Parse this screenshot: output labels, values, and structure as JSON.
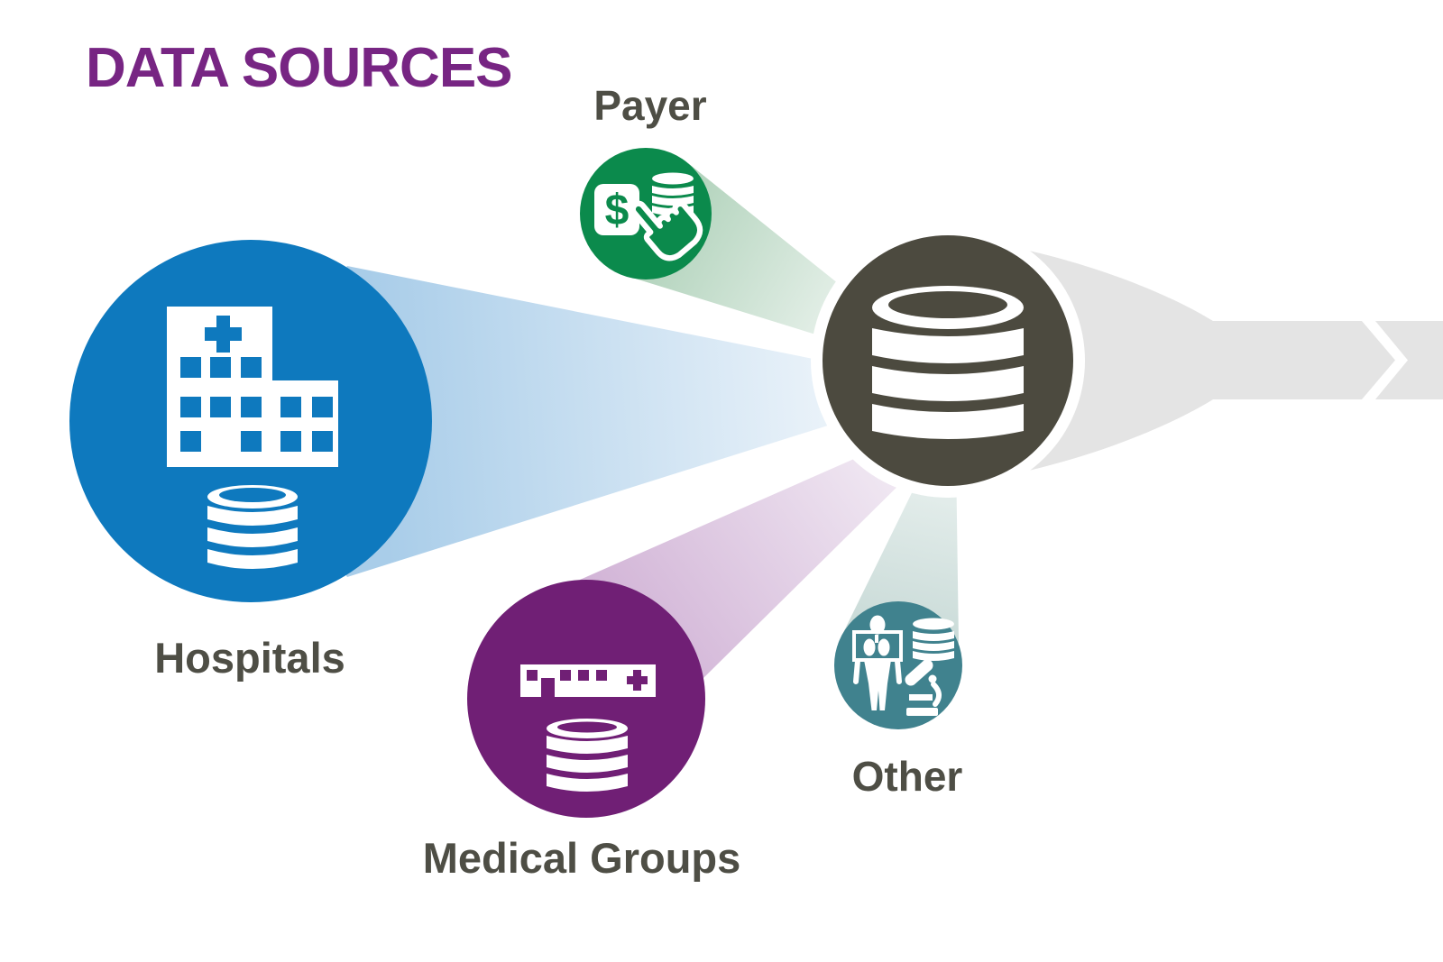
{
  "title": {
    "text": "DATA SOURCES",
    "color": "#772583"
  },
  "labels_color": "#4E4E45",
  "sources": {
    "payer": {
      "label": "Payer",
      "color": "#0B8A4C",
      "icon": "payment-card-coin-stack-click-hand-icon",
      "dollar_glyph": "$",
      "beam": {
        "from": "#B2D3BC",
        "to": "#E9F2EC"
      }
    },
    "hospitals": {
      "label": "Hospitals",
      "color": "#0E79BE",
      "icon": "hospital-building-database-icon",
      "beam": {
        "from": "#A9CDE9",
        "to": "#EDF4FA"
      }
    },
    "medical_groups": {
      "label": "Medical Groups",
      "color": "#701F75",
      "icon": "clinic-building-database-icon",
      "beam": {
        "from": "#CFAFD4",
        "to": "#F2EBF4"
      }
    },
    "other": {
      "label": "Other",
      "color": "#40828E",
      "icon": "xray-person-microscope-database-icon",
      "beam": {
        "from": "#E9F1EF",
        "to": "#C7D9D6"
      }
    }
  },
  "hub": {
    "color": "#4C4A3F",
    "ring_color": "#FFFFFF",
    "icon": "database-icon"
  },
  "output_arrow": {
    "color": "#E4E4E4",
    "icon": "funnel-chevron-right"
  }
}
